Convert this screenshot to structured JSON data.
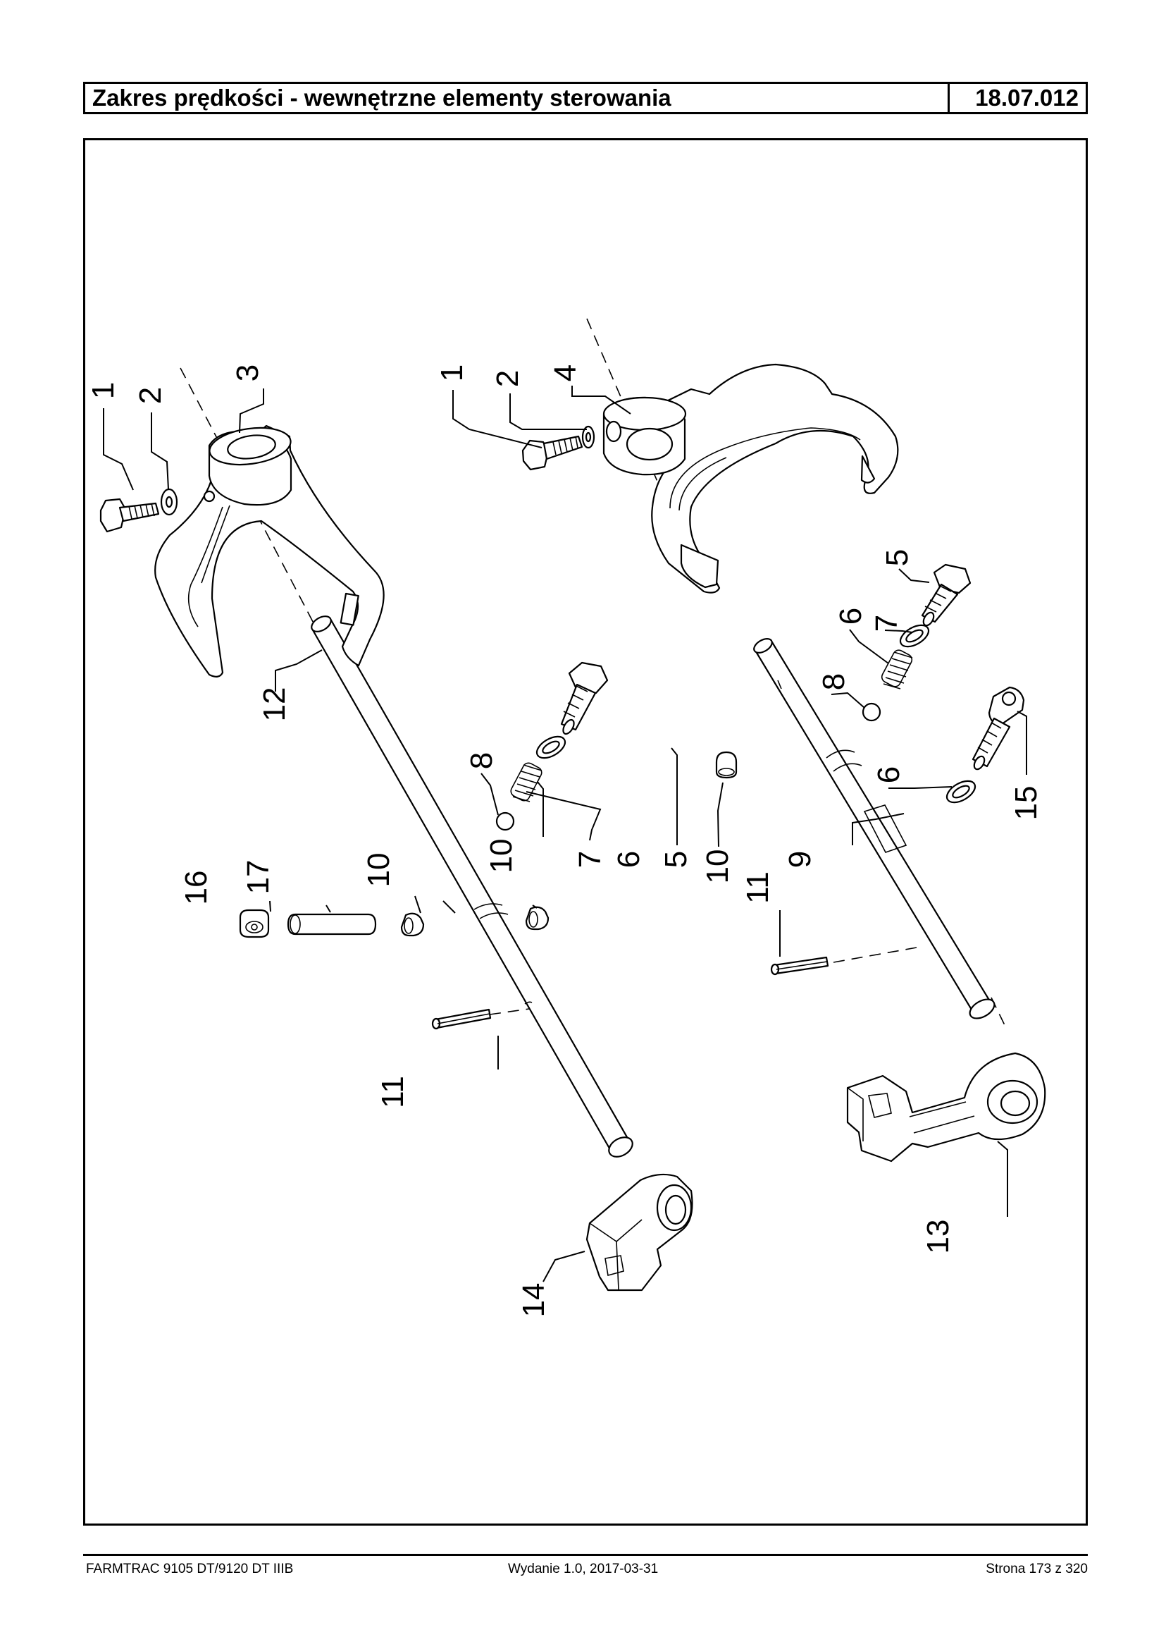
{
  "header": {
    "title": "Zakres prędkości - wewnętrzne elementy sterowania",
    "code": "18.07.012"
  },
  "diagram": {
    "labels": {
      "l1a": "1",
      "l2a": "2",
      "l3": "3",
      "l1b": "1",
      "l2b": "2",
      "l4": "4",
      "l5a": "5",
      "l6a": "6",
      "l7a": "7",
      "l8a": "8",
      "l6b": "6",
      "l15": "15",
      "l12": "12",
      "l8b": "8",
      "l10a": "10",
      "l7b": "7",
      "l6c": "6",
      "l5b": "5",
      "l10b": "10",
      "l11a": "11",
      "l9": "9",
      "l16": "16",
      "l17": "17",
      "l10c": "10",
      "l11b": "11",
      "l13": "13",
      "l14": "14"
    }
  },
  "footer": {
    "left": "FARMTRAC 9105 DT/9120 DT IIIB",
    "center": "Wydanie 1.0,  2017-03-31",
    "right": "Strona 173 z 320"
  }
}
